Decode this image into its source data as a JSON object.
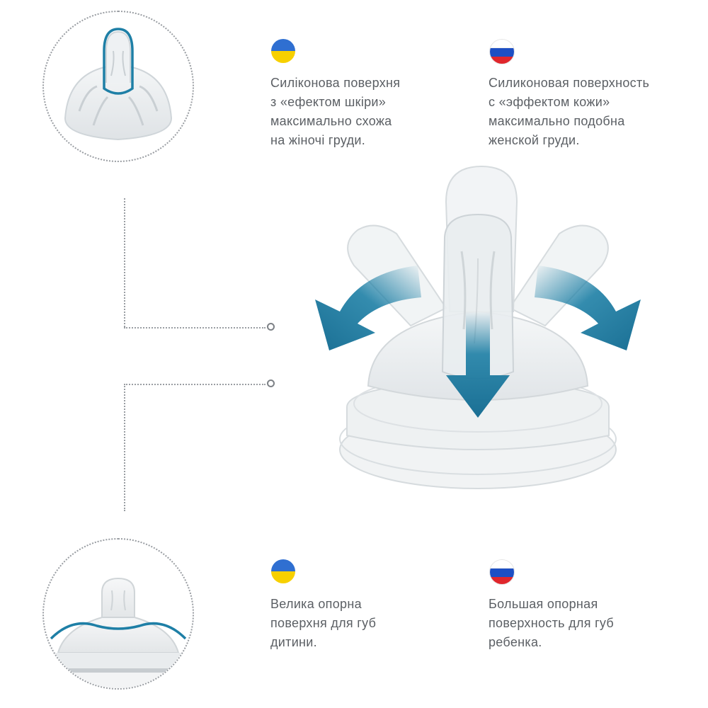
{
  "colors": {
    "accent": "#1e7fa6",
    "arrow": "#1d7fa5",
    "text": "#5b5f64",
    "dotted_line": "#9a9ea3",
    "ua_blue": "#2f6fd1",
    "ua_yellow": "#f7d000",
    "ru_blue": "#1d4fc4",
    "ru_red": "#e0262c"
  },
  "top": {
    "ua_flag": "ukraine-flag-icon",
    "ru_flag": "russia-flag-icon",
    "ua_text": "Силіконова поверхня\nз «ефектом шкіри»\nмаксимально схожа\nна жіночі груди.",
    "ru_text": "Силиконовая поверхность\nс «эффектом кожи»\nмаксимально подобна\nженской груди."
  },
  "bottom": {
    "ua_flag": "ukraine-flag-icon",
    "ru_flag": "russia-flag-icon",
    "ua_text": "Велика опорна\nповерхня для губ\nдитини.",
    "ru_text": "Большая опорная\nповерхность для губ\nребенка."
  },
  "icons": {
    "nipple_top": "nipple-closeup-icon",
    "nipple_bottom": "nipple-base-icon",
    "product": "flexible-nipple-icon"
  }
}
